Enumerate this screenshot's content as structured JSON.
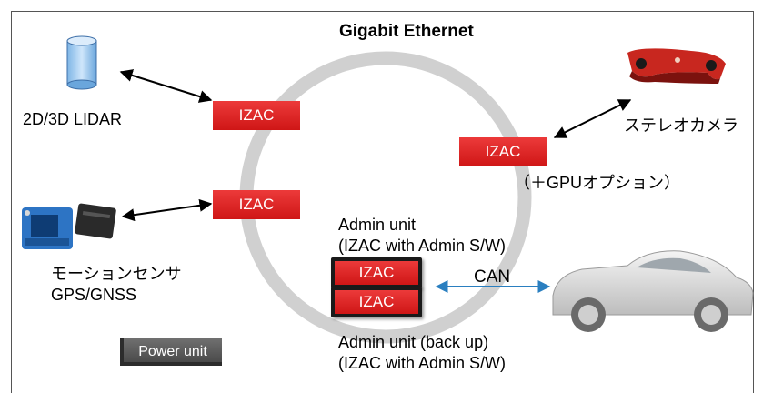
{
  "title": "Gigabit Ethernet",
  "devices": {
    "lidar": "2D/3D LIDAR",
    "stereo_camera": "ステレオカメラ",
    "gpu_option": "（＋GPUオプション）",
    "motion_sensor_line1": "モーションセンサ",
    "motion_sensor_line2": "GPS/GNSS"
  },
  "izac_label": "IZAC",
  "admin": {
    "unit_line1": "Admin unit",
    "unit_line2": "(IZAC with Admin S/W)",
    "backup_line1": "Admin unit (back up)",
    "backup_line2": "(IZAC with Admin S/W)"
  },
  "can_label": "CAN",
  "power_unit": "Power unit",
  "colors": {
    "izac_red": "#e11d1d",
    "ring_gray": "#d0d0d0",
    "can_arrow": "#2a7fc0"
  }
}
